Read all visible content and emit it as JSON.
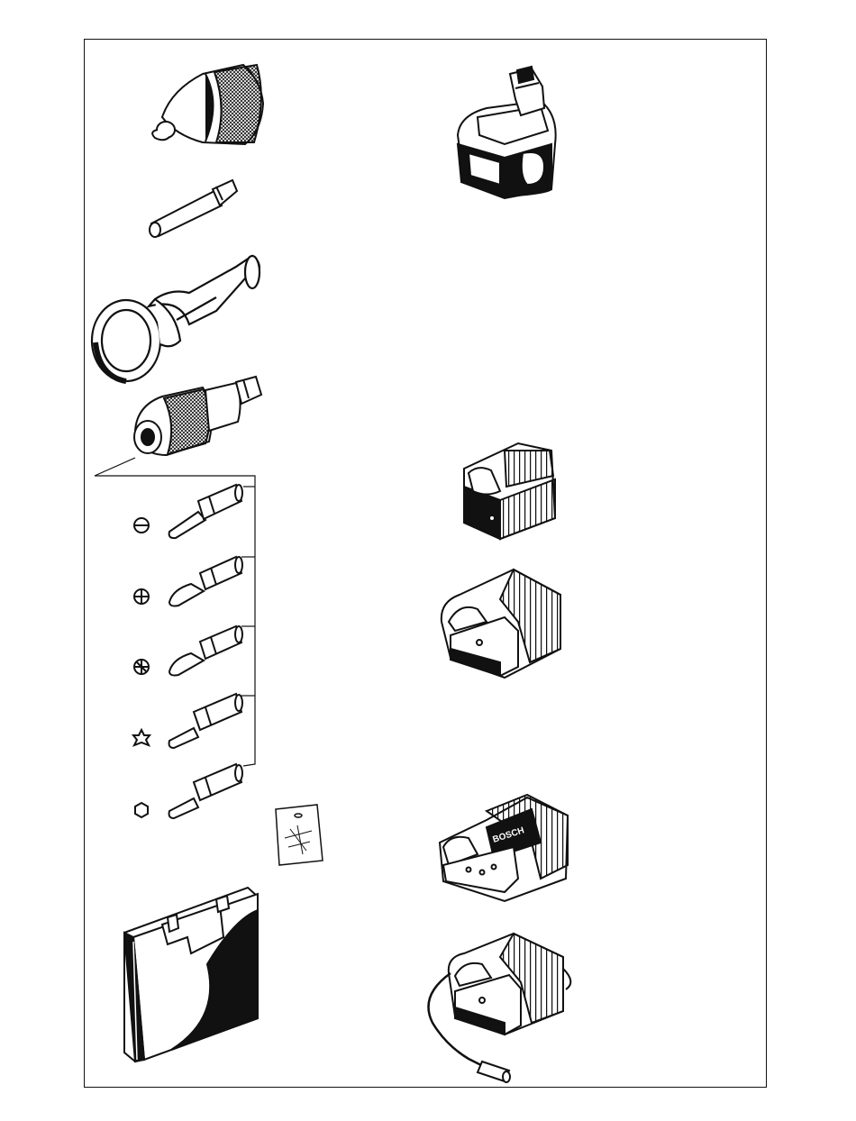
{
  "page": {
    "title": "",
    "language": ""
  },
  "illustration": {
    "left_column_items": [
      {
        "id": "keyless-chuck",
        "icon": "keyless-chuck-icon"
      },
      {
        "id": "bit-holder",
        "icon": "bit-holder-icon"
      },
      {
        "id": "auxiliary-handle",
        "icon": "auxiliary-handle-icon"
      },
      {
        "id": "quick-release-chuck",
        "icon": "quick-release-chuck-icon"
      }
    ],
    "screwdriver_bits": [
      {
        "symbol": "slotted",
        "icon": "slotted-bit-icon"
      },
      {
        "symbol": "phillips",
        "icon": "phillips-bit-icon"
      },
      {
        "symbol": "pozidriv",
        "icon": "pozidriv-bit-icon"
      },
      {
        "symbol": "torx",
        "icon": "torx-bit-icon"
      },
      {
        "symbol": "hex",
        "icon": "hex-bit-icon"
      }
    ],
    "bag": {
      "icon": "bit-bag-icon"
    },
    "case": {
      "icon": "carrying-case-icon"
    },
    "right_column_items": [
      {
        "id": "battery-pack",
        "icon": "battery-pack-icon"
      },
      {
        "id": "charger-small",
        "icon": "charger-small-icon"
      },
      {
        "id": "charger-medium",
        "icon": "charger-medium-icon"
      },
      {
        "id": "charger-bosch",
        "icon": "charger-bosch-icon",
        "brand_text": "BOSCH"
      },
      {
        "id": "charger-car",
        "icon": "charger-car-icon"
      }
    ]
  }
}
